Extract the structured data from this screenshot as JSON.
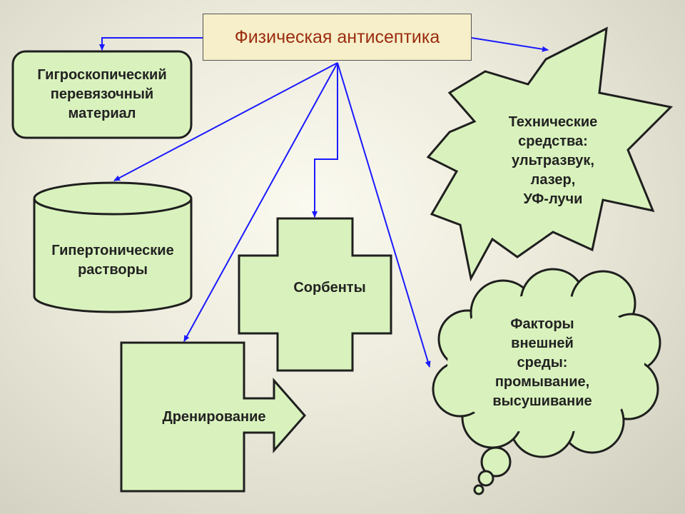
{
  "title": "Физическая антисептика",
  "nodes": {
    "hygroscopic": "Гигроскопический\nперевязочный\nматериал",
    "hypertonic": "Гипертонические\nрастворы",
    "sorbents": "Сорбенты",
    "drainage": "Дренирование",
    "technical": "Технические\nсредства:\nультразвук,\nлазер,\nУФ-лучи",
    "environment": "Факторы\nвнешней\nсреды:\nпромывание,\nвысушивание"
  },
  "colors": {
    "shape_fill": "#d9f2bd",
    "shape_stroke": "#1f1f1f",
    "arrow": "#1a1aff",
    "title_text": "#9b2c0f",
    "title_bg": "#f6efc9"
  }
}
